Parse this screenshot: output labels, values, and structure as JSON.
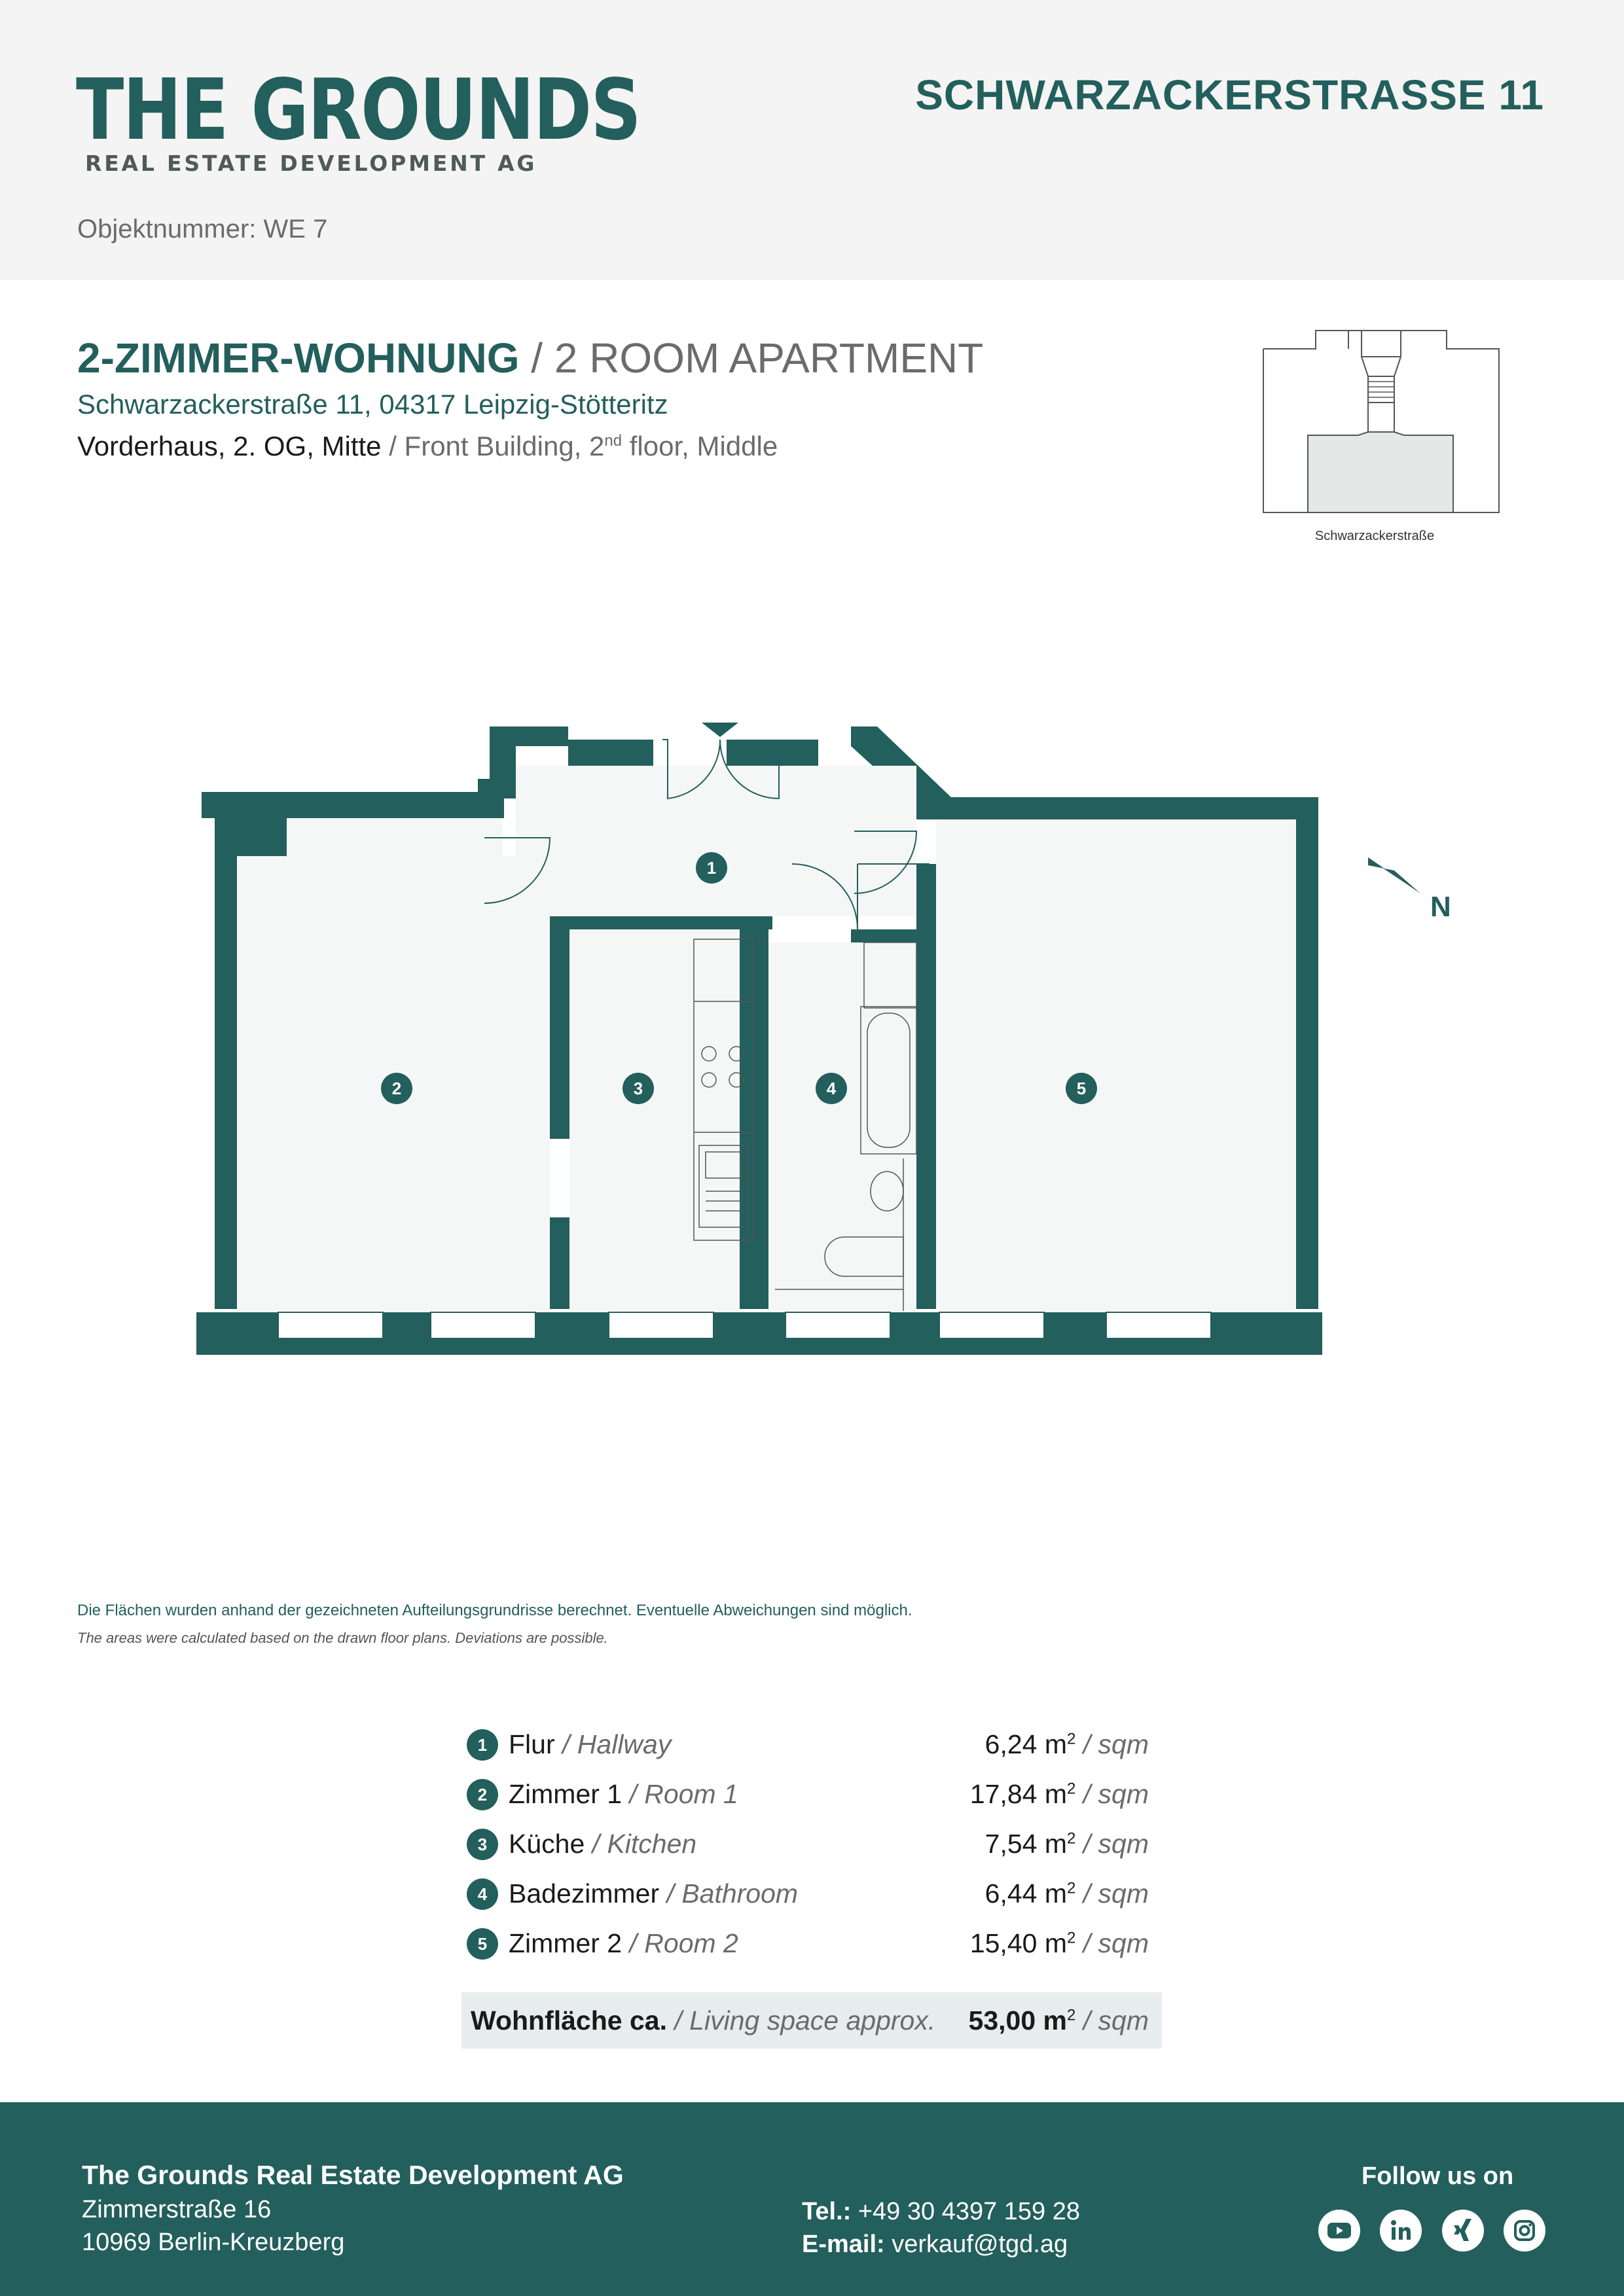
{
  "header": {
    "logo_main": "THE GROUNDS",
    "logo_sub": "REAL ESTATE DEVELOPMENT AG",
    "street_title": "SCHWARZACKERSTRASSE 11",
    "object_number": "Objektnummer: WE 7"
  },
  "title": {
    "de": "2-ZIMMER-WOHNUNG",
    "en": "/ 2 ROOM APARTMENT",
    "address": "Schwarzackerstraße 11, 04317 Leipzig-Stötteritz",
    "location_de": "Vorderhaus, 2. OG, Mitte",
    "location_en_pre": "/ Front Building, 2",
    "location_en_sup": "nd",
    "location_en_post": " floor, Middle"
  },
  "keyplan": {
    "street_label": "Schwarzackerstraße"
  },
  "floorplan": {
    "room_numbers": [
      "1",
      "2",
      "3",
      "4",
      "5"
    ],
    "north_label": "N"
  },
  "disclaimer": {
    "de": "Die Flächen wurden anhand der gezeichneten Aufteilungsgrundrisse berechnet. Eventuelle Abweichungen sind möglich.",
    "en": "The areas were calculated based on the drawn floor plans. Deviations are possible."
  },
  "areas": {
    "unit_sup": "2",
    "unit_en": "/ sqm",
    "rows": [
      {
        "num": "1",
        "de": "Flur",
        "en": "/ Hallway",
        "value": "6,24 m"
      },
      {
        "num": "2",
        "de": "Zimmer 1",
        "en": "/ Room 1",
        "value": "17,84 m"
      },
      {
        "num": "3",
        "de": "Küche",
        "en": "/ Kitchen",
        "value": "7,54 m"
      },
      {
        "num": "4",
        "de": "Badezimmer",
        "en": "/ Bathroom",
        "value": "6,44 m"
      },
      {
        "num": "5",
        "de": "Zimmer 2",
        "en": "/ Room 2",
        "value": "15,40 m"
      }
    ],
    "total": {
      "de": "Wohnfläche ca.",
      "en": "/ Living space approx.",
      "value": "53,00 m"
    }
  },
  "footer": {
    "company": "The Grounds Real Estate Development AG",
    "street": "Zimmerstraße 16",
    "city": "10969 Berlin-Kreuzberg",
    "tel_label": "Tel.:",
    "tel": " +49 30 4397 159 28",
    "mail_label": "E-mail:",
    "mail": " verkauf@tgd.ag",
    "follow": "Follow us on",
    "social_icons": [
      "youtube-icon",
      "linkedin-icon",
      "xing-icon",
      "instagram-icon"
    ]
  },
  "colors": {
    "brand": "#235f5c",
    "header_bg": "#f3f4f3",
    "total_bg": "#e7ecec"
  }
}
